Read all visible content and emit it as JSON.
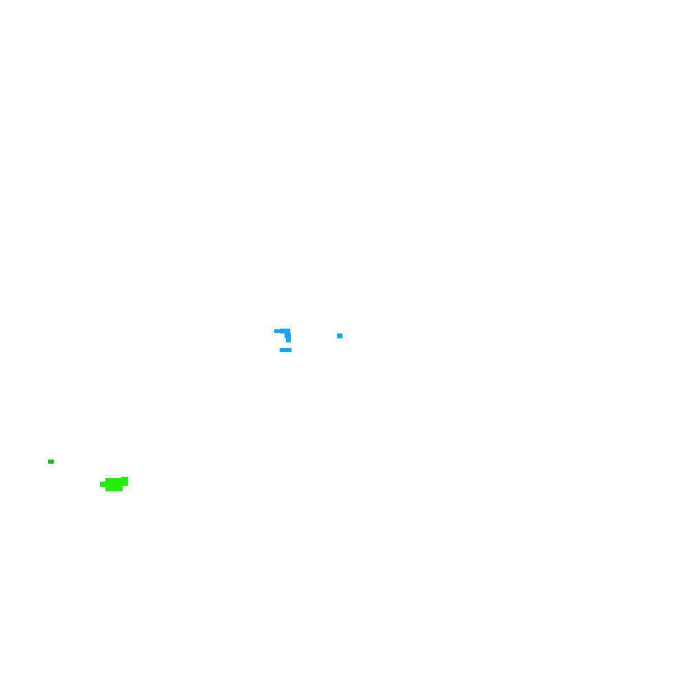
{
  "background_color": "#ffffff",
  "clusters": [
    {
      "name": "blue-cluster-left",
      "color": "#0ea5ff"
    },
    {
      "name": "blue-dot-right",
      "color": "#0ea5ff"
    },
    {
      "name": "green-dot-small",
      "color": "#10c410"
    },
    {
      "name": "green-blob",
      "color": "#22ee0a"
    }
  ]
}
